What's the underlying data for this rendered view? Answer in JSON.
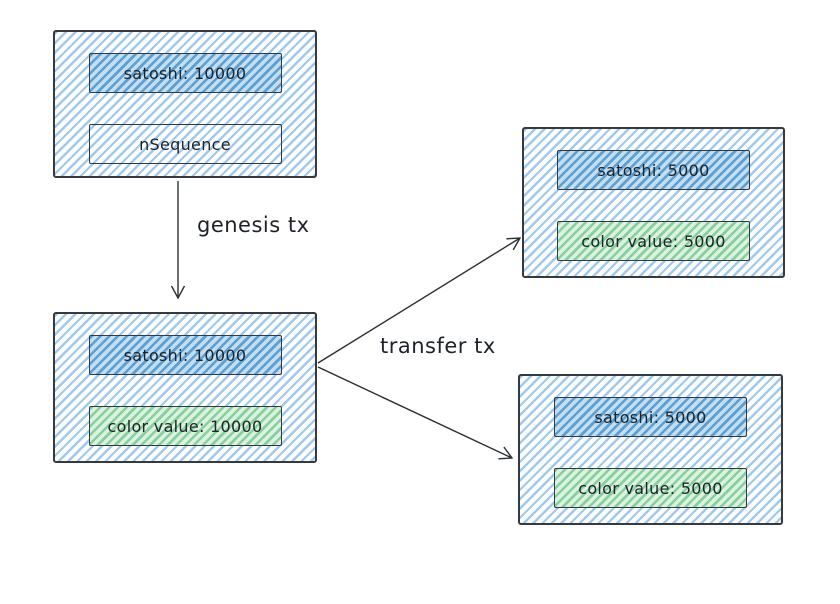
{
  "diagram": {
    "nodes": [
      {
        "id": "genesis-input",
        "fields": [
          {
            "kind": "satoshi",
            "label": "satoshi: 10000"
          },
          {
            "kind": "nsequence",
            "label": "nSequence"
          }
        ]
      },
      {
        "id": "genesis-output",
        "fields": [
          {
            "kind": "satoshi",
            "label": "satoshi: 10000"
          },
          {
            "kind": "color-value",
            "label": "color value: 10000"
          }
        ]
      },
      {
        "id": "transfer-output-1",
        "fields": [
          {
            "kind": "satoshi",
            "label": "satoshi: 5000"
          },
          {
            "kind": "color-value",
            "label": "color value: 5000"
          }
        ]
      },
      {
        "id": "transfer-output-2",
        "fields": [
          {
            "kind": "satoshi",
            "label": "satoshi: 5000"
          },
          {
            "kind": "color-value",
            "label": "color value: 5000"
          }
        ]
      }
    ],
    "edges": [
      {
        "id": "genesis-tx",
        "label": "genesis tx"
      },
      {
        "id": "transfer-tx",
        "label": "transfer tx"
      }
    ],
    "colors": {
      "outer_stripe": "#9fc9ef",
      "satoshi_stripe": "#5e9fd2",
      "satoshi_base": "#c2def2",
      "color_stripe": "#88cf9e",
      "color_base": "#dcf2e0",
      "stroke": "#343a40",
      "text": "#1d2228",
      "arrow": "#2b2f33"
    }
  }
}
